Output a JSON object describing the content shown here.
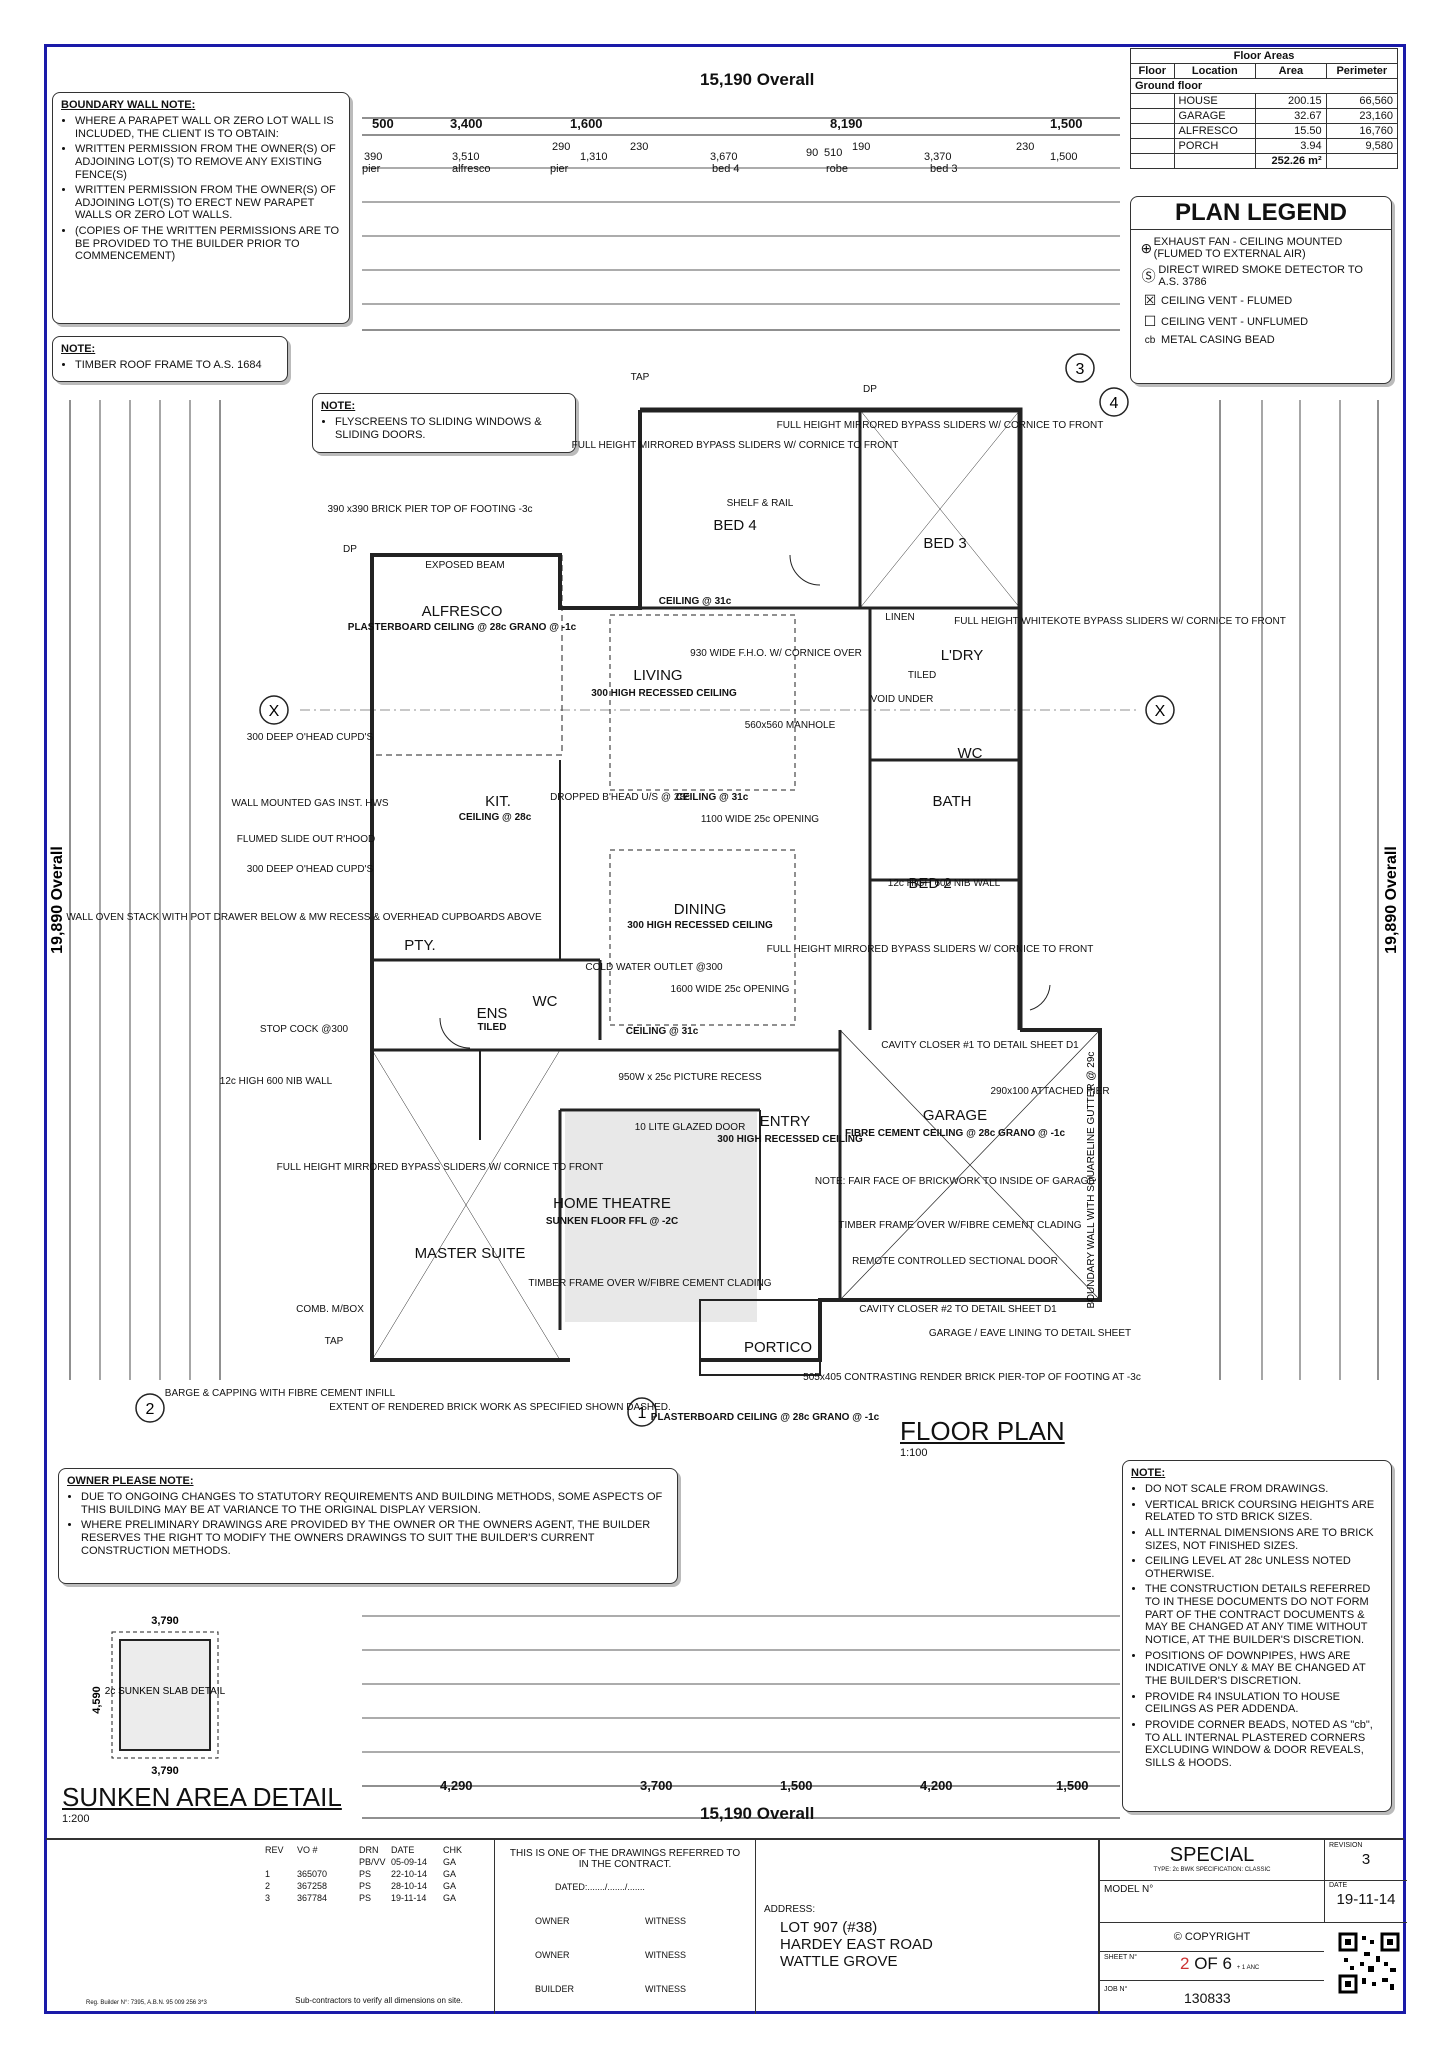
{
  "overall_top": "15,190 Overall",
  "overall_bottom": "15,190 Overall",
  "overall_left": "19,890 Overall",
  "overall_right": "19,890 Overall",
  "top_dims_row1": [
    "500",
    "3,400",
    "1,600",
    "8,190",
    "1,500"
  ],
  "top_dims_row2": [
    "390",
    "3,510",
    "290",
    "1,310",
    "230",
    "3,670",
    "90",
    "510",
    "190",
    "3,370",
    "230",
    "1,500"
  ],
  "top_dims_row2_labels": [
    "pier",
    "alfresco",
    "pier",
    "bed 4",
    "robe",
    "bed 3"
  ],
  "bottom_dims_row1": [
    "4,290",
    "3,700",
    "1,500",
    "4,200",
    "1,500"
  ],
  "floor_areas": {
    "title": "Floor Areas",
    "headers": [
      "Floor",
      "Location",
      "Area",
      "Perimeter"
    ],
    "group": "Ground floor",
    "rows": [
      {
        "location": "HOUSE",
        "area": "200.15",
        "perimeter": "66,560"
      },
      {
        "location": "GARAGE",
        "area": "32.67",
        "perimeter": "23,160"
      },
      {
        "location": "ALFRESCO",
        "area": "15.50",
        "perimeter": "16,760"
      },
      {
        "location": "PORCH",
        "area": "3.94",
        "perimeter": "9,580"
      }
    ],
    "total": "252.26 m²"
  },
  "plan_legend": {
    "title": "PLAN LEGEND",
    "items": [
      {
        "sym": "⊕",
        "text": "EXHAUST FAN - CEILING MOUNTED (FLUMED TO EXTERNAL AIR)"
      },
      {
        "sym": "Ⓢ",
        "text": "DIRECT WIRED SMOKE DETECTOR TO A.S. 3786"
      },
      {
        "sym": "☒",
        "text": "CEILING VENT - FLUMED"
      },
      {
        "sym": "☐",
        "text": "CEILING VENT - UNFLUMED"
      },
      {
        "sym": "cb",
        "text": "METAL CASING BEAD"
      }
    ]
  },
  "boundary_note": {
    "title": "BOUNDARY WALL NOTE:",
    "items": [
      "WHERE A PARAPET WALL OR ZERO LOT WALL IS INCLUDED, THE CLIENT IS TO OBTAIN:",
      "WRITTEN PERMISSION FROM THE OWNER(S) OF ADJOINING LOT(S) TO REMOVE ANY EXISTING FENCE(S)",
      "WRITTEN PERMISSION FROM THE OWNER(S) OF ADJOINING LOT(S) TO ERECT NEW PARAPET WALLS OR ZERO LOT WALLS.",
      "(COPIES OF THE WRITTEN PERMISSIONS ARE TO BE PROVIDED TO THE BUILDER PRIOR TO COMMENCEMENT)"
    ]
  },
  "note_timber": {
    "title": "NOTE:",
    "items": [
      "TIMBER ROOF FRAME TO A.S. 1684"
    ]
  },
  "note_flyscreen": {
    "title": "NOTE:",
    "items": [
      "FLYSCREENS TO SLIDING WINDOWS & SLIDING DOORS."
    ]
  },
  "owner_note": {
    "title": "OWNER PLEASE NOTE:",
    "items": [
      "DUE TO ONGOING CHANGES TO STATUTORY REQUIREMENTS AND BUILDING METHODS, SOME ASPECTS OF THIS BUILDING MAY BE AT VARIANCE TO THE ORIGINAL DISPLAY VERSION.",
      "WHERE PRELIMINARY DRAWINGS ARE PROVIDED BY THE OWNER OR THE OWNERS AGENT, THE BUILDER RESERVES THE RIGHT TO MODIFY THE OWNERS DRAWINGS TO SUIT THE BUILDER'S CURRENT CONSTRUCTION METHODS."
    ]
  },
  "general_note": {
    "title": "NOTE:",
    "items": [
      "DO NOT SCALE FROM DRAWINGS.",
      "VERTICAL BRICK COURSING HEIGHTS ARE RELATED TO STD BRICK SIZES.",
      "ALL INTERNAL DIMENSIONS ARE TO BRICK SIZES, NOT FINISHED SIZES.",
      "CEILING LEVEL AT 28c UNLESS NOTED OTHERWISE.",
      "THE CONSTRUCTION DETAILS REFERRED TO IN THESE DOCUMENTS DO NOT FORM PART OF THE CONTRACT DOCUMENTS & MAY BE CHANGED AT ANY TIME WITHOUT NOTICE, AT THE BUILDER'S DISCRETION.",
      "POSITIONS OF DOWNPIPES, HWS ARE INDICATIVE ONLY & MAY BE CHANGED AT THE BUILDER'S DISCRETION.",
      "PROVIDE R4 INSULATION TO HOUSE CEILINGS AS PER ADDENDA.",
      "PROVIDE CORNER BEADS, NOTED AS \"cb\", TO ALL INTERNAL PLASTERED CORNERS EXCLUDING WINDOW & DOOR REVEALS, SILLS & HOODS."
    ]
  },
  "rooms": {
    "bed4": "BED 4",
    "bed3": "BED 3",
    "alfresco": "ALFRESCO",
    "alfresco_sub": "PLASTERBOARD CEILING @ 28c GRANO @ -1c",
    "living": "LIVING",
    "living_sub": "300 HIGH RECESSED CEILING",
    "ldry": "L'DRY",
    "wc": "WC",
    "bath": "BATH",
    "bed2": "BED 2",
    "kit": "KIT.",
    "kit_sub": "CEILING @ 28c",
    "dining": "DINING",
    "dining_sub": "300 HIGH RECESSED CEILING",
    "garage": "GARAGE",
    "garage_sub": "FIBRE CEMENT CEILING @ 28c GRANO @ -1c",
    "entry": "ENTRY",
    "entry_sub": "300 HIGH RECESSED CEILING",
    "ens": "ENS",
    "ens_sub": "TILED",
    "wc2": "WC",
    "pty": "PTY.",
    "home_theatre": "HOME THEATRE",
    "home_theatre_sub": "SUNKEN FLOOR FFL @ -2C",
    "master": "MASTER SUITE",
    "portico": "PORTICO",
    "portico_sub": "PLASTERBOARD CEILING @ 28c GRANO @ -1c"
  },
  "plan_labels": {
    "ceiling31_a": "CEILING @ 31c",
    "ceiling31_b": "CEILING @ 31c",
    "ceiling31_c": "CEILING @ 31c",
    "exposed_beam": "EXPOSED BEAM",
    "brick_pier": "390 x390 BRICK PIER TOP OF FOOTING -3c",
    "mirrored1": "FULL HEIGHT MIRRORED BYPASS SLIDERS W/ CORNICE TO FRONT",
    "mirrored2": "FULL HEIGHT MIRRORED BYPASS SLIDERS W/ CORNICE TO FRONT",
    "mirrored3": "FULL HEIGHT MIRRORED BYPASS SLIDERS W/ CORNICE TO FRONT",
    "mirrored4": "FULL HEIGHT MIRRORED BYPASS SLIDERS W/ CORNICE TO FRONT",
    "shelf_rail": "SHELF & RAIL",
    "fho": "930 WIDE F.H.O. W/ CORNICE OVER",
    "manhole": "560x560 MANHOLE",
    "whitekote": "FULL HEIGHT WHITEKOTE BYPASS SLIDERS W/ CORNICE TO FRONT",
    "linen": "LINEN",
    "tiled": "TILED",
    "void": "VOID UNDER",
    "opening1100": "1100 WIDE 25c OPENING",
    "opening1600": "1600 WIDE 25c OPENING",
    "cold_water": "COLD WATER OUTLET @300",
    "dropped": "DROPPED B'HEAD U/S @ 28c",
    "nib_wall": "12c HIGH 600 NIB WALL",
    "cavity1": "CAVITY CLOSER #1 TO DETAIL SHEET D1",
    "cavity2": "CAVITY CLOSER #2 TO DETAIL SHEET D1",
    "attached_pier": "290x100 ATTACHED PIER",
    "fair_face": "NOTE: FAIR FACE OF BRICKWORK TO INSIDE OF GARAGE",
    "timber_frame": "TIMBER FRAME OVER W/FIBRE CEMENT CLADING",
    "remote_door": "REMOTE CONTROLLED SECTIONAL DOOR",
    "garage_eave": "GARAGE / EAVE LINING TO DETAIL SHEET",
    "boundary_wall": "BOUNDARY WALL WITH SQUARELINE GUTTER @ 29c",
    "picture_recess": "950W x 25c PICTURE RECESS",
    "glazed_door": "10 LITE GLAZED DOOR",
    "brick_pier_505": "505x405 CONTRASTING RENDER BRICK PIER-TOP OF FOOTING AT -3c",
    "barge": "BARGE & CAPPING WITH FIBRE CEMENT INFILL",
    "rendered": "EXTENT OF RENDERED BRICK WORK AS SPECIFIED SHOWN DASHED.",
    "comb_mbox": "COMB. M/BOX",
    "tap": "TAP",
    "dp": "DP",
    "wall_oven": "WALL OVEN STACK WITH POT DRAWER BELOW & MW RECESS & OVERHEAD CUPBOARDS ABOVE",
    "stop_cock": "STOP COCK @300",
    "gas_hws": "WALL MOUNTED GAS INST. HWS",
    "flumed_slide": "FLUMED SLIDE OUT R'HOOD",
    "ohead300": "300 DEEP O'HEAD CUPD'S"
  },
  "sunken_detail": {
    "title": "SUNKEN AREA DETAIL",
    "scale": "1:200",
    "label": "2c SUNKEN SLAB DETAIL",
    "w": "3,790",
    "h": "4,590"
  },
  "floor_plan_title": "FLOOR PLAN",
  "floor_plan_scale": "1:100",
  "section_markers": [
    "X",
    "X",
    "1",
    "2",
    "3",
    "4"
  ],
  "title_block": {
    "rev_headers": [
      "REV",
      "VO #",
      "DRN",
      "DATE",
      "CHK"
    ],
    "rev_sub": "PB/VV",
    "revs": [
      {
        "rev": "1",
        "vo": "365070",
        "drn": "PS",
        "date": "22-10-14",
        "chk": "GA"
      },
      {
        "rev": "2",
        "vo": "367258",
        "drn": "PS",
        "date": "28-10-14",
        "chk": "GA"
      },
      {
        "rev": "3",
        "vo": "367784",
        "drn": "PS",
        "date": "19-11-14",
        "chk": "GA"
      }
    ],
    "rev0_date": "05-09-14",
    "contract_note": "THIS IS ONE OF THE DRAWINGS REFERRED TO IN THE CONTRACT.",
    "dated": "DATED:......./......./.......",
    "owner": "OWNER",
    "witness": "WITNESS",
    "builder": "BUILDER",
    "address_label": "ADDRESS:",
    "address": [
      "LOT 907 (#38)",
      "HARDEY EAST ROAD",
      "WATTLE GROVE"
    ],
    "model": "SPECIAL",
    "model_sub": "TYPE: 2c BWK  SPECIFICATION: CLASSIC",
    "model_label": "MODEL N°",
    "revision_label": "REVISION",
    "revision": "3",
    "date_label": "DATE",
    "date": "19-11-14",
    "copyright": "© COPYRIGHT",
    "sheet_label": "SHEET N°",
    "sheet_num": "2",
    "sheet_of": "OF 6",
    "sheet_extra": "+ 1 ANC",
    "job_label": "JOB N°",
    "job": "130833",
    "subcontractors": "Sub-contractors to verify all dimensions on site.",
    "reg": "Reg. Builder N°: 7395, A.B.N. 95 009 256 3*3"
  }
}
